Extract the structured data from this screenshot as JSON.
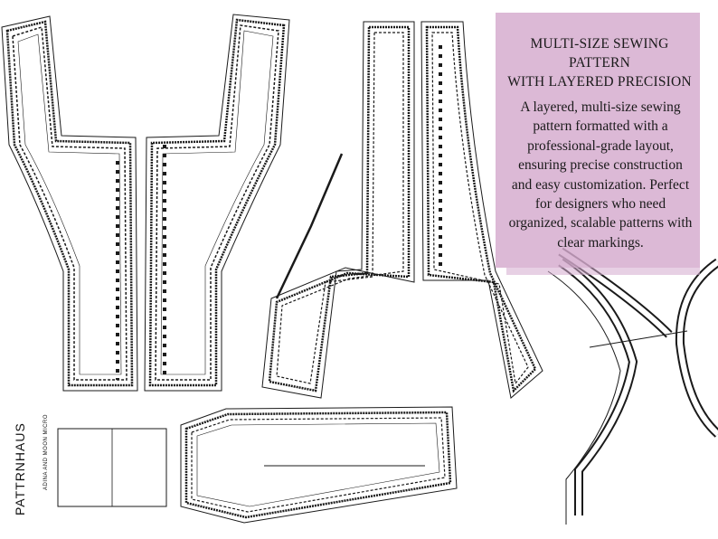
{
  "card": {
    "title_line1": "MULTI-SIZE SEWING PATTERN",
    "title_line2": "WITH LAYERED PRECISION",
    "body_lines": [
      "A layered, multi-size sewing",
      "pattern formatted with a",
      "professional-grade layout,",
      "ensuring precise construction",
      "and easy customization. Perfect",
      "for designers who need",
      "organized, scalable patterns with",
      "clear markings."
    ]
  },
  "pattern_sheet": {
    "brand": "PATTRNHAUS",
    "pattern_title": "ADINA AND MOON MICRO"
  },
  "colors": {
    "overlay": "#d4aacd",
    "ink": "#1a1a1a",
    "paper": "#ffffff"
  }
}
